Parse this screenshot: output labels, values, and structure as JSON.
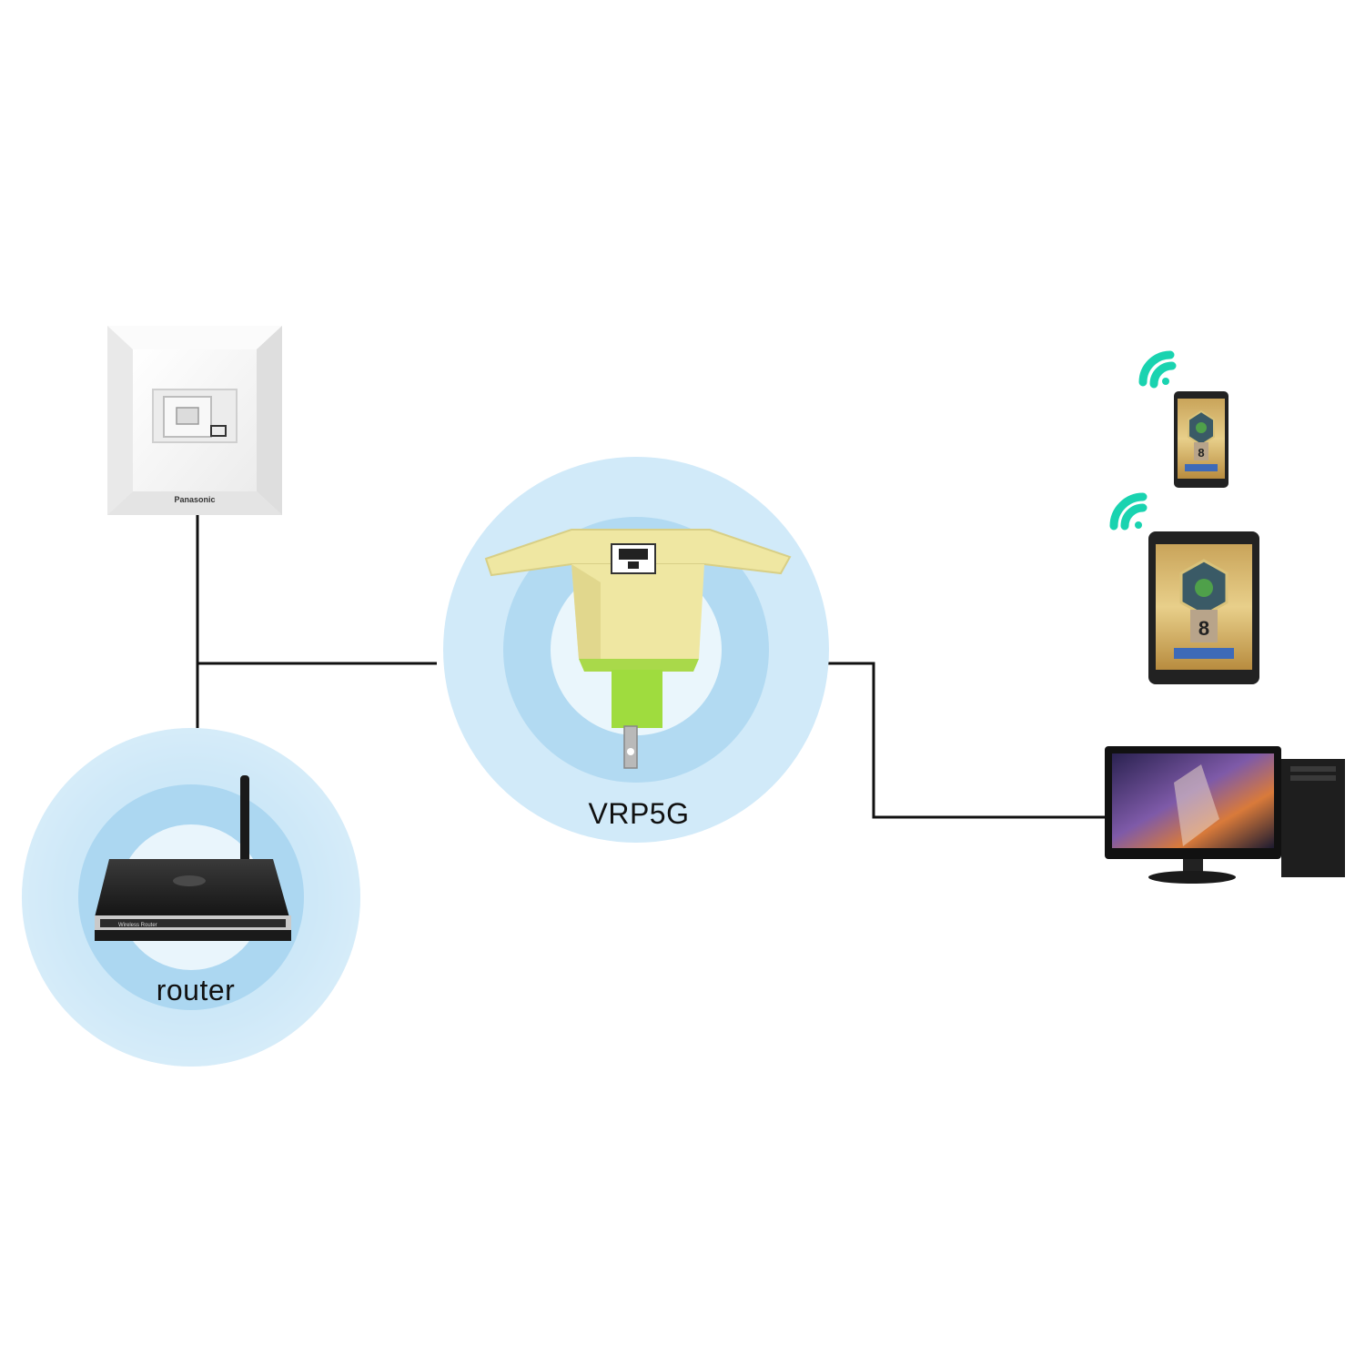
{
  "nodes": {
    "wall_plate": {
      "brand": "Panasonic"
    },
    "router": {
      "label": "router",
      "front_text": "Wireless Router"
    },
    "extender": {
      "label": "VRP5G"
    },
    "phone": {
      "level_number": "8"
    },
    "tablet": {
      "level_number": "8"
    }
  },
  "colors": {
    "halo_outer": "#cfe9f8",
    "halo_inner": "#a9d6f0",
    "extender_body": "#efe7a2",
    "extender_plug": "#9fdc3e",
    "wifi_signal": "#19d3b0",
    "line": "#111111"
  },
  "icons": [
    "wall-jack-icon",
    "router-icon",
    "extender-icon",
    "wifi-icon",
    "smartphone-icon",
    "tablet-icon",
    "desktop-computer-icon"
  ]
}
